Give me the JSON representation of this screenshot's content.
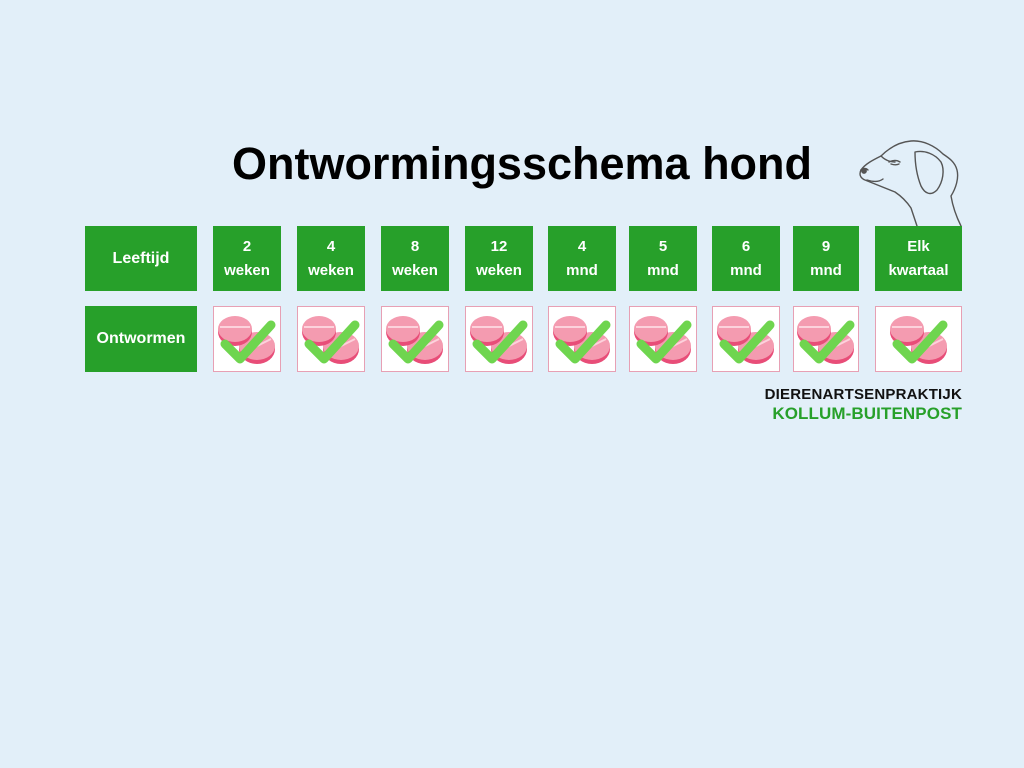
{
  "title": "Ontwormingsschema hond",
  "row_labels": {
    "age": "Leeftijd",
    "deworm": "Ontwormen"
  },
  "columns": [
    {
      "line1": "2",
      "line2": "weken"
    },
    {
      "line1": "4",
      "line2": "weken"
    },
    {
      "line1": "8",
      "line2": "weken"
    },
    {
      "line1": "12",
      "line2": "weken"
    },
    {
      "line1": "4",
      "line2": "mnd"
    },
    {
      "line1": "5",
      "line2": "mnd"
    },
    {
      "line1": "6",
      "line2": "mnd"
    },
    {
      "line1": "9",
      "line2": "mnd"
    },
    {
      "line1": "Elk",
      "line2": "kwartaal"
    }
  ],
  "deworm_icon": "pill-check-icon",
  "brand": {
    "line1": "DIERENARTSENPRAKTIJK",
    "line2": "KOLLUM-BUITENPOST"
  },
  "colors": {
    "green": "#27a02a",
    "background": "#e2eff9",
    "pill": "#f49bb0",
    "check": "#6fd54f"
  }
}
